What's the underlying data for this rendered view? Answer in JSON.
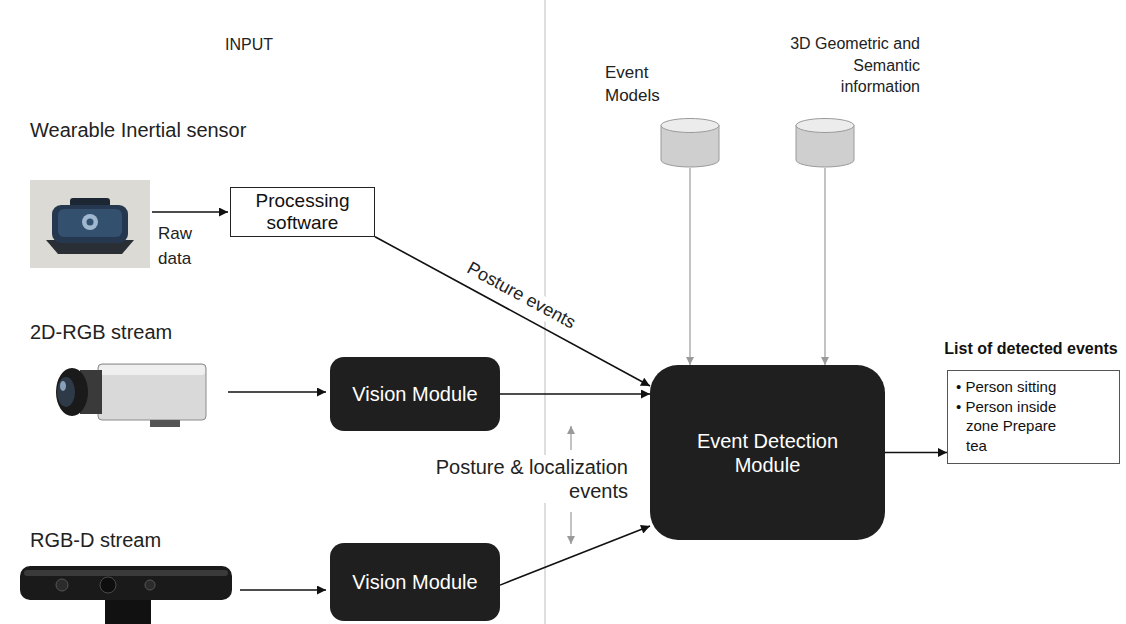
{
  "diagram": {
    "nodes": [
      {
        "text": [
          "Processing software"
        ]
      },
      {
        "text": [
          "Event Models"
        ]
      },
      {
        "text": [
          "3D Geometric and Semantic information"
        ]
      },
      {
        "text": [
          "Vision Module"
        ]
      },
      {
        "text": [
          "Event Detection Module"
        ]
      },
      {
        "text": [
          "List of detected events",
          "• Person sitting",
          "• Person inside zone Prepare tea"
        ]
      },
      {
        "text": [
          "Vision Module"
        ]
      }
    ],
    "edges": [
      {
        "from": 0,
        "to": 4,
        "label": "Posture events",
        "arrow": "to"
      },
      {
        "from": 1,
        "to": 4,
        "arrow": "to"
      },
      {
        "from": 2,
        "to": 4,
        "arrow": "to"
      },
      {
        "from": 3,
        "to": 4,
        "arrow": "to"
      },
      {
        "from": 6,
        "to": 4,
        "arrow": "to"
      },
      {
        "from": 4,
        "to": 5,
        "arrow": "to"
      }
    ],
    "labels": [
      "INPUT",
      "Wearable Inertial sensor",
      "Raw data",
      "2D-RGB stream",
      "RGB-D stream",
      "Posture & localization events"
    ]
  }
}
